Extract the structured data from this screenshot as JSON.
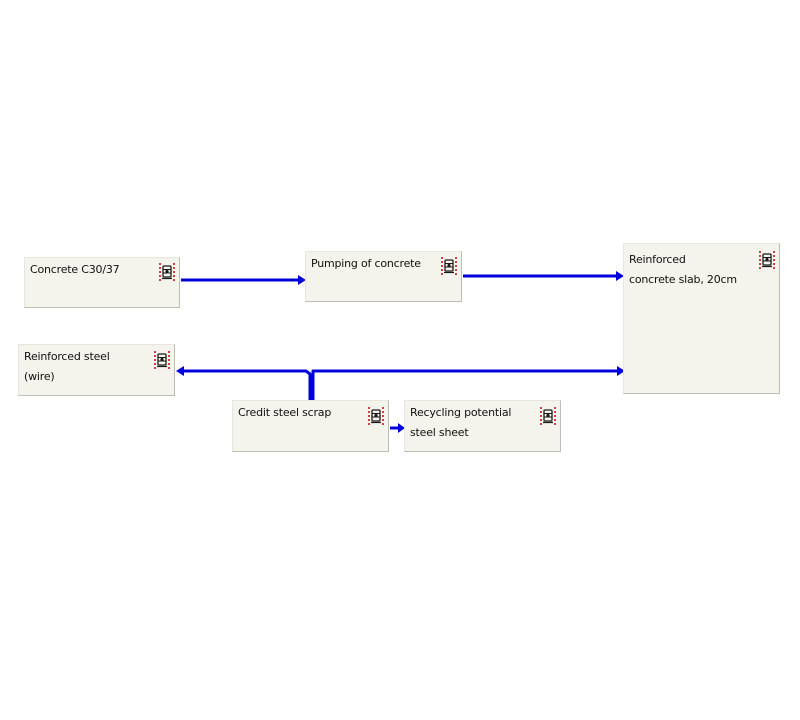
{
  "colors": {
    "flow": "#0000dd",
    "box_fill": "#f4f3ec",
    "icon_red": "#c0141c",
    "icon_dark": "#1a1a1a"
  },
  "process_icon": "process-icon",
  "nodes": {
    "concrete": {
      "label": "Concrete C30/37"
    },
    "pumping": {
      "label": "Pumping of concrete"
    },
    "slab": {
      "label": "Reinforced\nconcrete slab, 20cm"
    },
    "steel": {
      "label": "Reinforced steel\n(wire)"
    },
    "credit": {
      "label": "Credit steel scrap"
    },
    "recycling": {
      "label": "Recycling potential\nsteel sheet"
    }
  }
}
